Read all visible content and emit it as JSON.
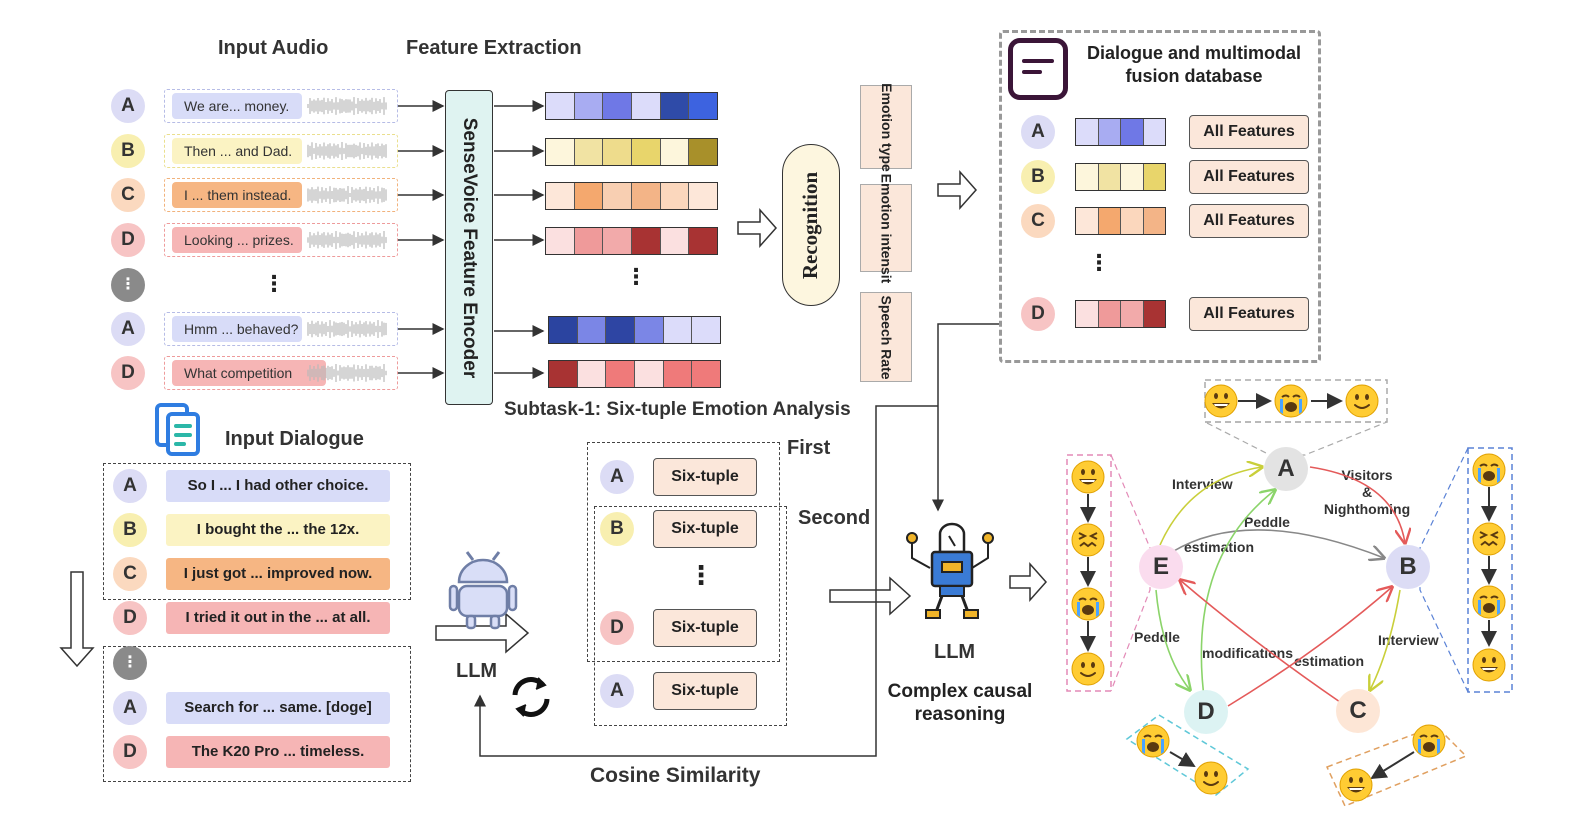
{
  "headers": {
    "input_audio": "Input Audio",
    "feature_extraction": "Feature Extraction",
    "encoder": "SenseVoice Feature Encoder",
    "recognition": "Recognition",
    "subtask1": "Subtask-1: Six-tuple Emotion Analysis",
    "input_dialogue": "Input Dialogue",
    "database": "Dialogue and multimodal fusion database",
    "llm_left": "LLM",
    "llm_right": "LLM",
    "complex_causal": "Complex causal reasoning",
    "cosine": "Cosine Similarity",
    "first": "First",
    "second": "Second"
  },
  "recognition_attrs": [
    "Emotion type",
    "Emotion intensit",
    "Speech Rate"
  ],
  "audio_rows": [
    {
      "speaker": "A",
      "text": "We are... money."
    },
    {
      "speaker": "B",
      "text": "Then ... and Dad."
    },
    {
      "speaker": "C",
      "text": "I ... them instead."
    },
    {
      "speaker": "D",
      "text": "Looking ...  prizes."
    },
    {
      "speaker": "⋮",
      "text": ""
    },
    {
      "speaker": "A",
      "text": "Hmm ... behaved?"
    },
    {
      "speaker": "D",
      "text": "What  competition"
    }
  ],
  "dialogue_rows": [
    {
      "speaker": "A",
      "text": "So I ... I had other choice."
    },
    {
      "speaker": "B",
      "text": "I bought the ... the 12x."
    },
    {
      "speaker": "C",
      "text": "I just got  ... improved now."
    },
    {
      "speaker": "D",
      "text": "I tried it out in the ... at all."
    },
    {
      "speaker": "⋮",
      "text": ""
    },
    {
      "speaker": "A",
      "text": "Search for ...  same. [doge]"
    },
    {
      "speaker": "D",
      "text": "The K20 Pro ... timeless."
    }
  ],
  "six_tuples": [
    {
      "speaker": "A",
      "label": "Six-tuple"
    },
    {
      "speaker": "B",
      "label": "Six-tuple"
    },
    {
      "speaker": "D",
      "label": "Six-tuple"
    },
    {
      "speaker": "A",
      "label": "Six-tuple"
    }
  ],
  "db_rows": [
    {
      "speaker": "A",
      "label": "All Features"
    },
    {
      "speaker": "B",
      "label": "All Features"
    },
    {
      "speaker": "C",
      "label": "All Features"
    },
    {
      "speaker": "D",
      "label": "All Features"
    }
  ],
  "graph": {
    "nodes": [
      "A",
      "B",
      "C",
      "D",
      "E"
    ],
    "edge_labels": {
      "interview_top": "Interview",
      "visitors": "Visitors\n&\nNighthoming",
      "peddle_top": "Peddle",
      "estimation_top": "estimation",
      "peddle_left": "Peddle",
      "modifications": "modifications",
      "estimation_bottom": "estimation",
      "interview_right": "Interview"
    }
  },
  "colors": {
    "A": "#dcdcf5",
    "B": "#f8efb0",
    "C": "#fbd9bf",
    "D": "#f7c4c4",
    "gray": "#8a8a8a",
    "bubble_A": "#d8dcf8",
    "bubble_B": "#fbf3c3",
    "bubble_C": "#f6b683",
    "bubble_D": "#f6b5b5",
    "encoder": "#dff3f1"
  },
  "emoji_icons": [
    "grinning-face",
    "crying-face",
    "slightly-smiling-face",
    "confounded-face"
  ]
}
